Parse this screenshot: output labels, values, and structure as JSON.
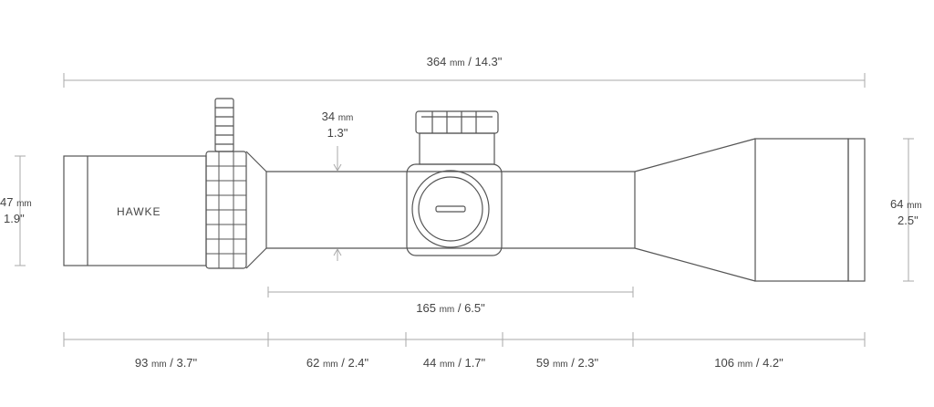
{
  "brand": "HAWKE",
  "overall_length": {
    "mm": "364",
    "unit": "mm",
    "inch": "14.3\""
  },
  "tube_diameter": {
    "mm": "34",
    "unit": "mm",
    "inch": "1.3\""
  },
  "eyepiece_diameter": {
    "mm": "47",
    "unit": "mm",
    "inch": "1.9\""
  },
  "objective_diameter": {
    "mm": "64",
    "unit": "mm",
    "inch": "2.5\""
  },
  "mount_length": {
    "mm": "165",
    "unit": "mm",
    "inch": "6.5\""
  },
  "segments": [
    {
      "mm": "93",
      "unit": "mm",
      "inch": "3.7\""
    },
    {
      "mm": "62",
      "unit": "mm",
      "inch": "2.4\""
    },
    {
      "mm": "44",
      "unit": "mm",
      "inch": "1.7\""
    },
    {
      "mm": "59",
      "unit": "mm",
      "inch": "2.3\""
    },
    {
      "mm": "106",
      "unit": "mm",
      "inch": "4.2\""
    }
  ],
  "colors": {
    "line": "#555555",
    "dim": "#aaaaaa",
    "text": "#444444"
  }
}
